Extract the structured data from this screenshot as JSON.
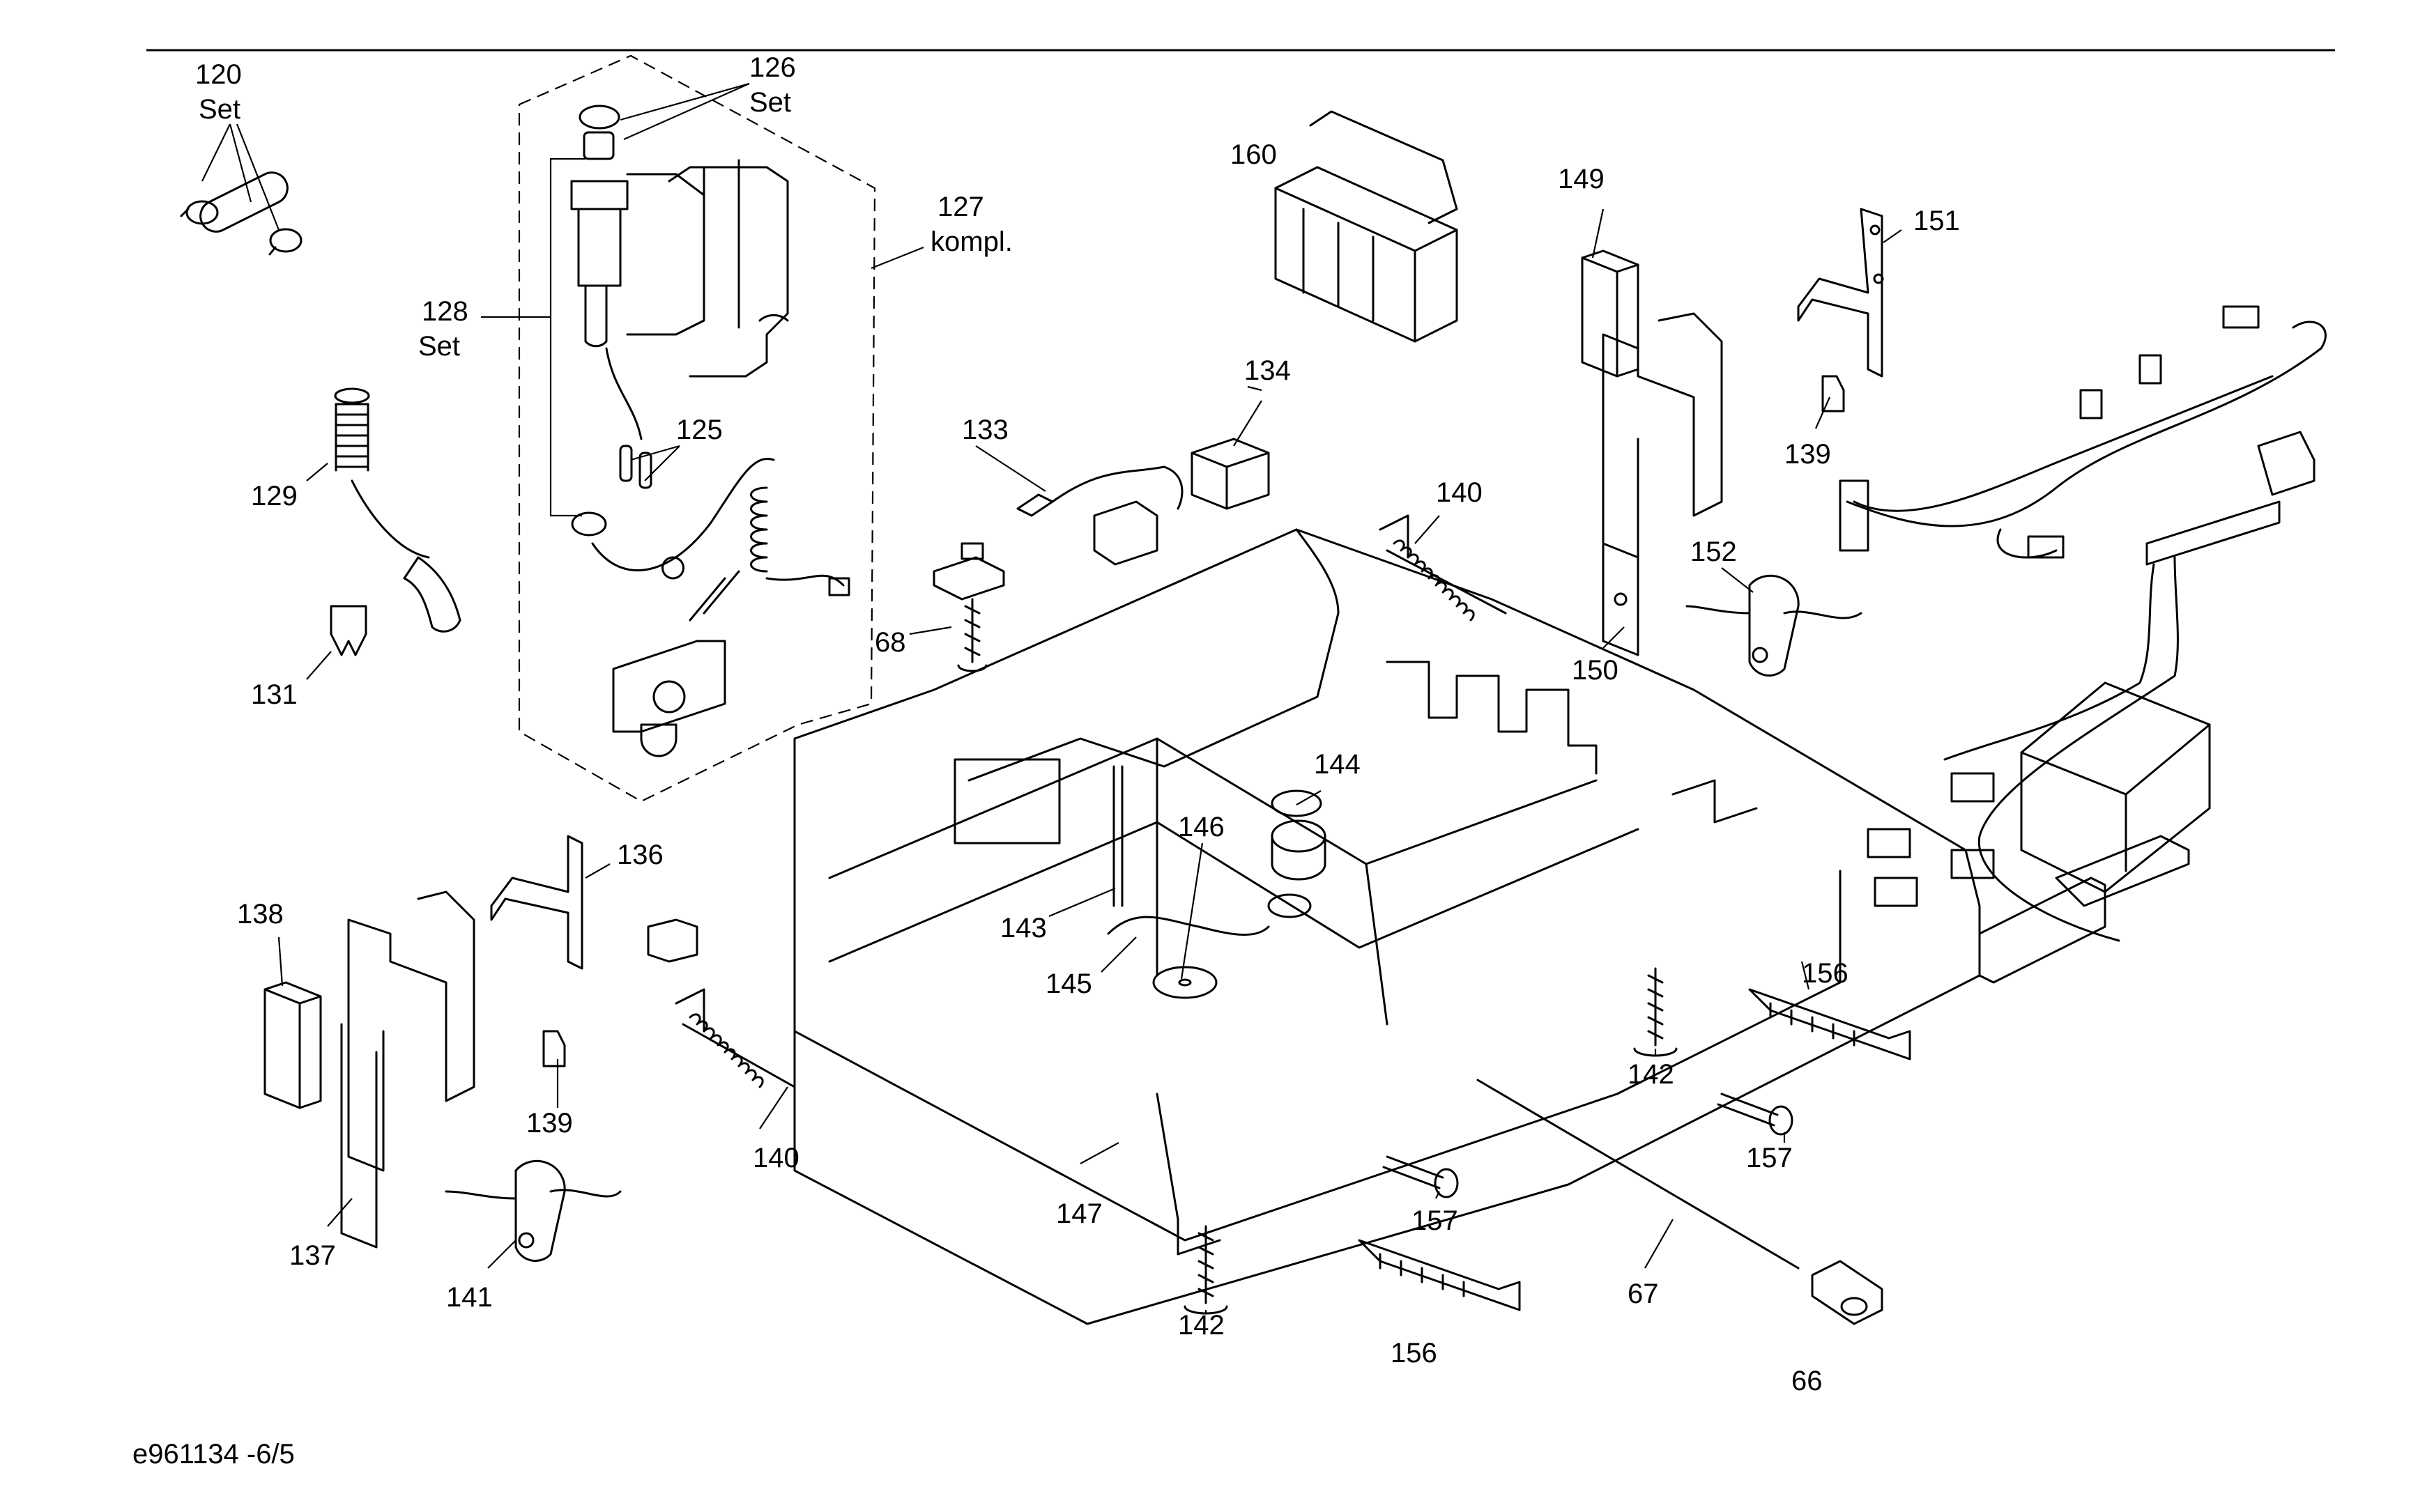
{
  "diagram_id": "e961134 -6/5",
  "labels": [
    {
      "id": "120",
      "text": "120",
      "sub": "Set"
    },
    {
      "id": "126",
      "text": "126",
      "sub": "Set"
    },
    {
      "id": "127",
      "text": "127",
      "sub": "kompl."
    },
    {
      "id": "128",
      "text": "128",
      "sub": "Set"
    },
    {
      "id": "125",
      "text": "125"
    },
    {
      "id": "129",
      "text": "129"
    },
    {
      "id": "131",
      "text": "131"
    },
    {
      "id": "160",
      "text": "160"
    },
    {
      "id": "134",
      "text": "134"
    },
    {
      "id": "133",
      "text": "133"
    },
    {
      "id": "68",
      "text": "68"
    },
    {
      "id": "140a",
      "text": "140"
    },
    {
      "id": "149",
      "text": "149"
    },
    {
      "id": "151",
      "text": "151"
    },
    {
      "id": "139a",
      "text": "139"
    },
    {
      "id": "152",
      "text": "152"
    },
    {
      "id": "150",
      "text": "150"
    },
    {
      "id": "144",
      "text": "144"
    },
    {
      "id": "146",
      "text": "146"
    },
    {
      "id": "143",
      "text": "143"
    },
    {
      "id": "145",
      "text": "145"
    },
    {
      "id": "136",
      "text": "136"
    },
    {
      "id": "138",
      "text": "138"
    },
    {
      "id": "139b",
      "text": "139"
    },
    {
      "id": "140b",
      "text": "140"
    },
    {
      "id": "137",
      "text": "137"
    },
    {
      "id": "141",
      "text": "141"
    },
    {
      "id": "147",
      "text": "147"
    },
    {
      "id": "156a",
      "text": "156"
    },
    {
      "id": "142a",
      "text": "142"
    },
    {
      "id": "157a",
      "text": "157"
    },
    {
      "id": "157b",
      "text": "157"
    },
    {
      "id": "142b",
      "text": "142"
    },
    {
      "id": "156b",
      "text": "156"
    },
    {
      "id": "67",
      "text": "67"
    },
    {
      "id": "66",
      "text": "66"
    }
  ]
}
